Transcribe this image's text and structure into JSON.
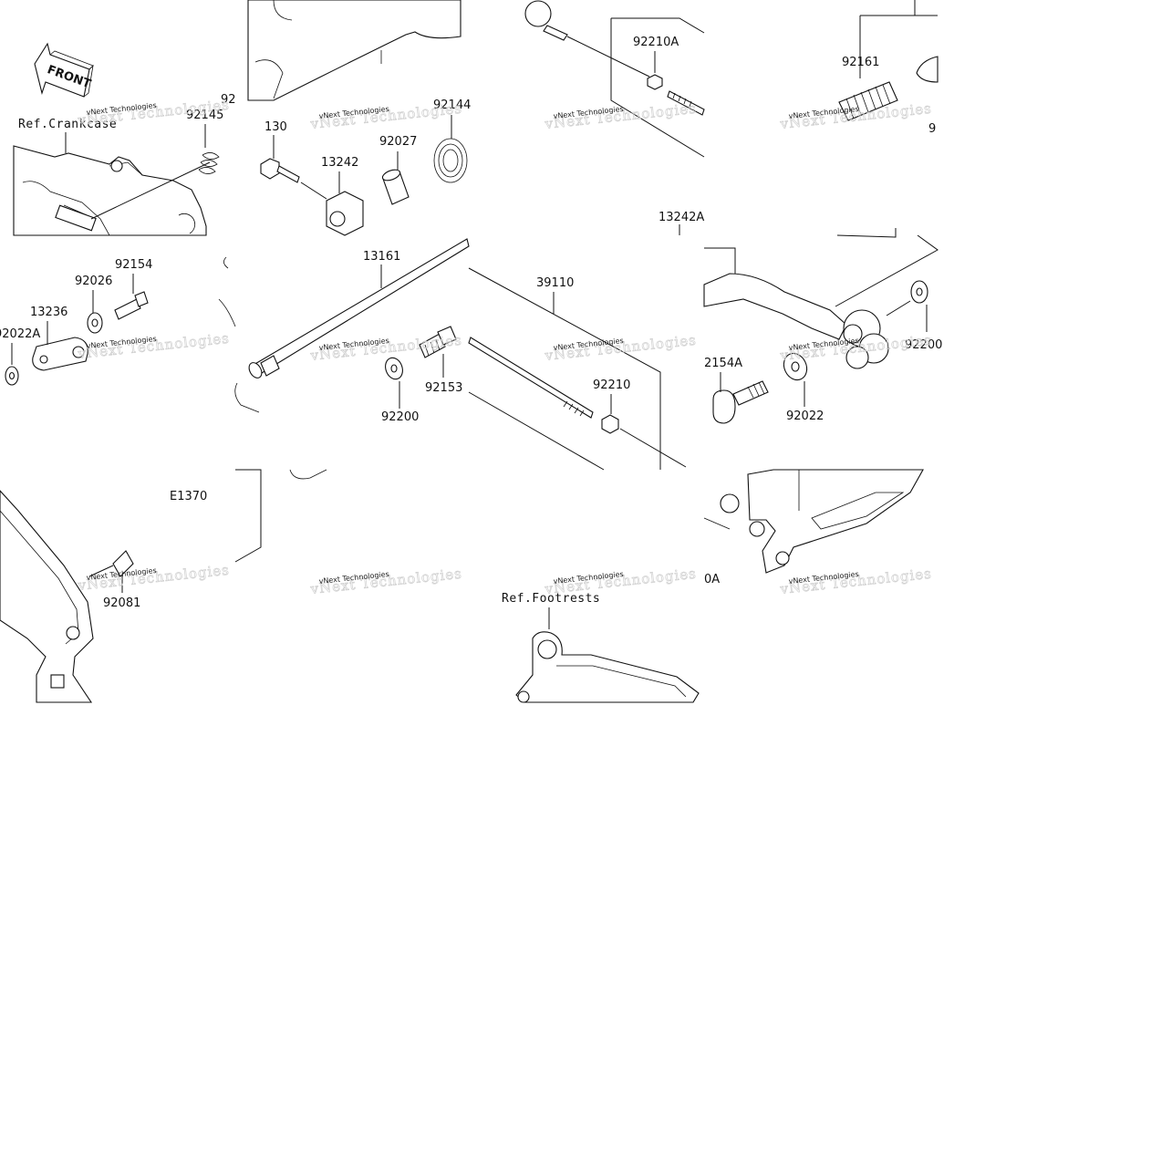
{
  "diagram": {
    "front_badge": "FRONT",
    "ref_labels": {
      "crankcase": "Ref.Crankcase",
      "footrests": "Ref.Footrests"
    },
    "code": "E1370",
    "watermark": {
      "line1": "vNext Technologies",
      "line2": "vNext Technologies"
    },
    "part_numbers": {
      "p92145": "92145",
      "p92_top": "92",
      "p130": "130",
      "p13242": "13242",
      "p92027": "92027",
      "p92144": "92144",
      "p92210A": "92210A",
      "p92161": "92161",
      "p9_right": "9",
      "p13242A": "13242A",
      "p92154": "92154",
      "p92026": "92026",
      "p13236": "13236",
      "p92022A": "92022A",
      "p13161": "13161",
      "p39110": "39110",
      "p92153": "92153",
      "p92200": "92200",
      "p92210": "92210",
      "p92154A": "2154A",
      "p92022": "92022",
      "p92200_right": "92200",
      "p92081": "92081",
      "p0A": "0A"
    }
  }
}
